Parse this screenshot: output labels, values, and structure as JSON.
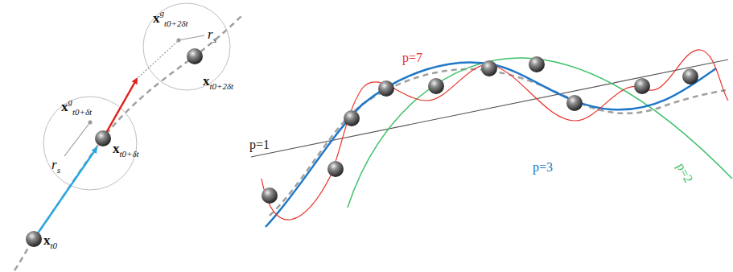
{
  "diagram": {
    "labels": [
      "xt0",
      "xt0+δt",
      "xgt0+δt",
      "rs",
      "xt0+2δt",
      "xgt0+2δt",
      "rs",
      "p=1",
      "p=2",
      "p=3",
      "p=7"
    ]
  }
}
